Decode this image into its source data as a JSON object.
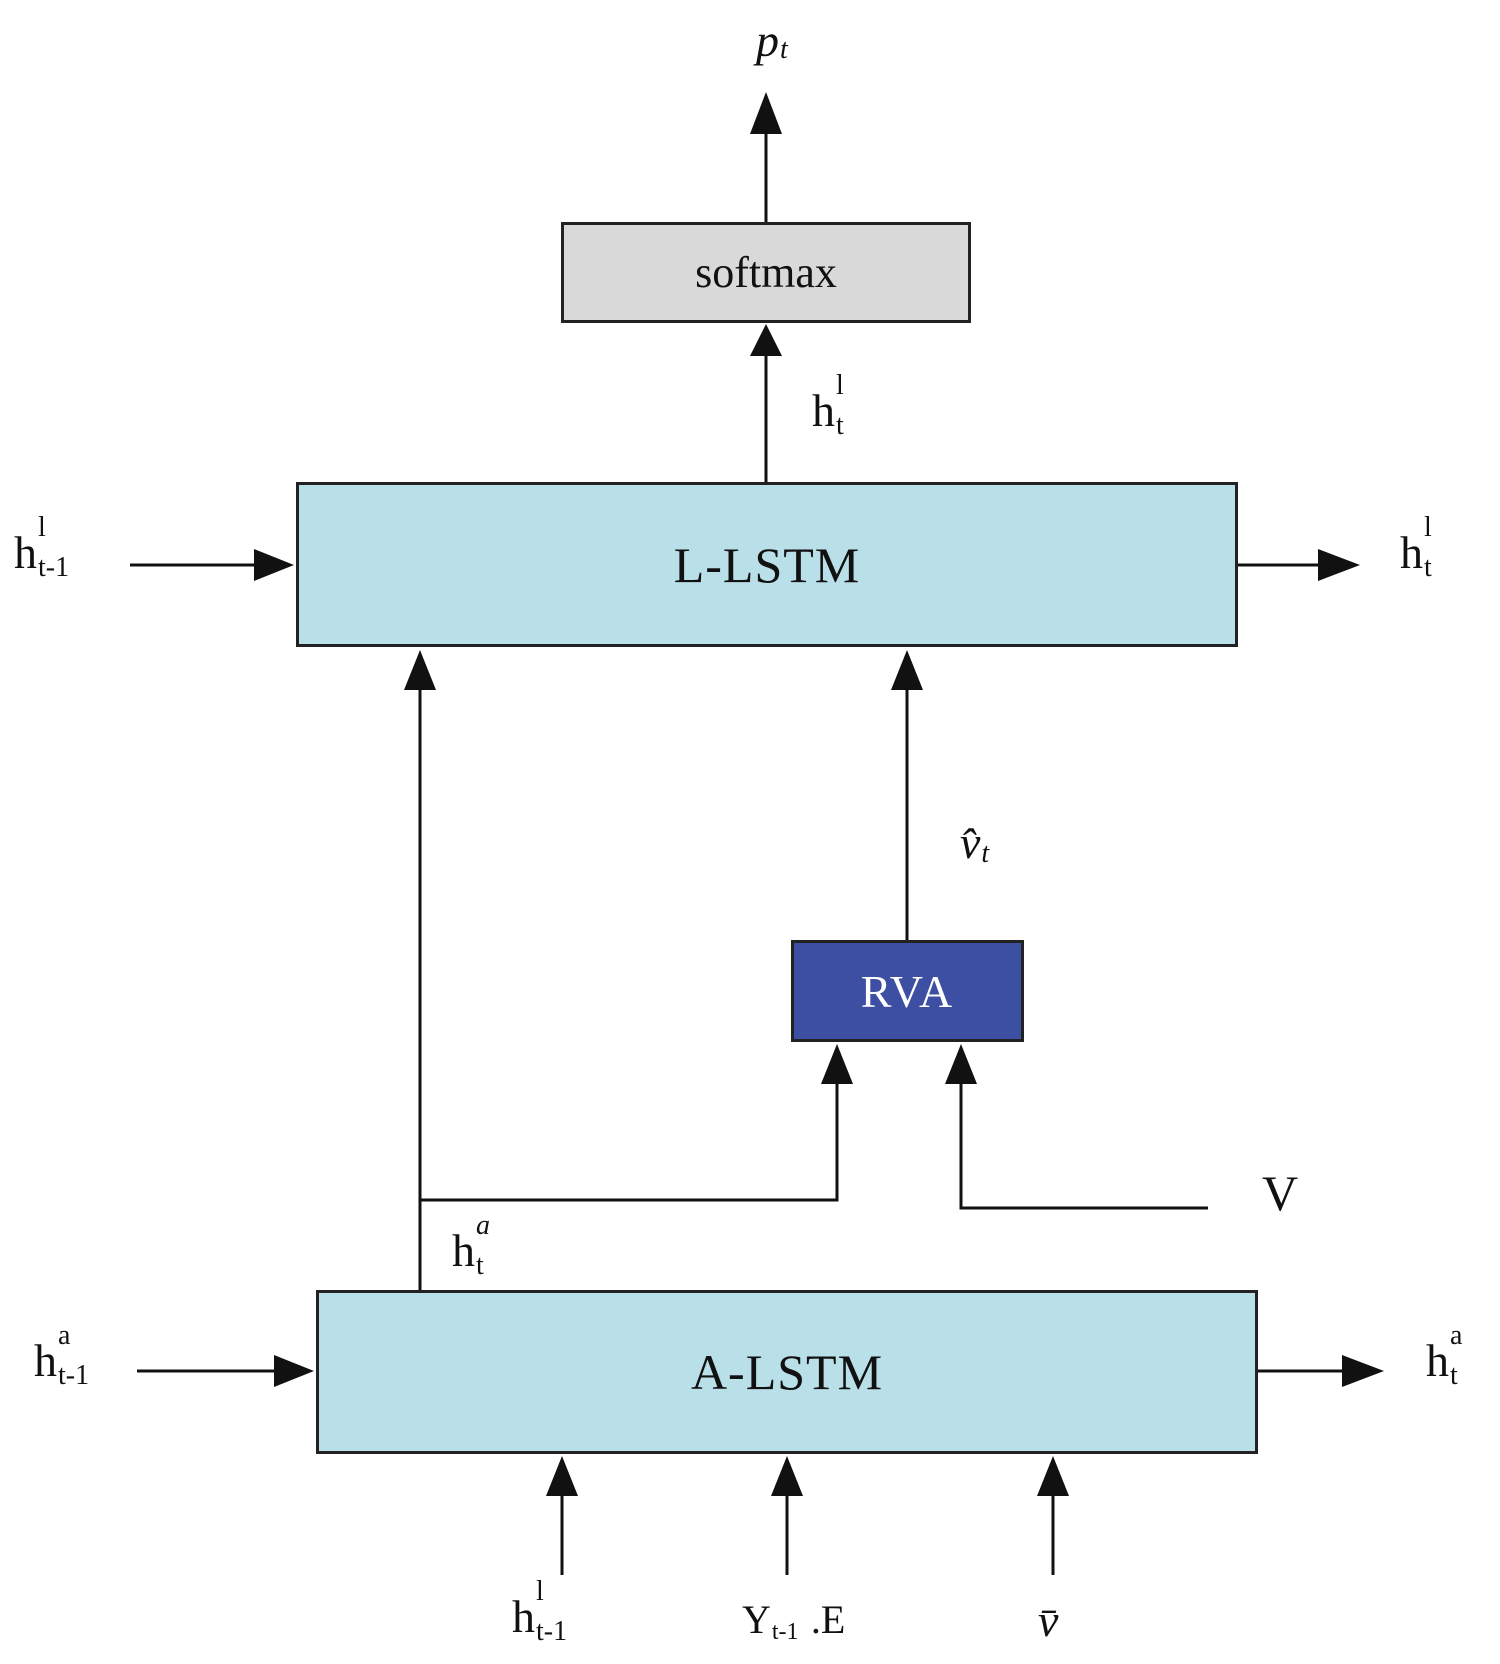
{
  "boxes": {
    "softmax": "softmax",
    "l_lstm": "L-LSTM",
    "a_lstm": "A-LSTM",
    "rva": "RVA"
  },
  "labels": {
    "p_t": {
      "base": "p",
      "sub": "t"
    },
    "h_l_t_top": {
      "base": "h",
      "sup": "l",
      "sub": "t"
    },
    "h_l_t1_left": {
      "base": "h",
      "sup": "l",
      "sub": "t-1"
    },
    "h_l_t_right": {
      "base": "h",
      "sup": "l",
      "sub": "t"
    },
    "v_hat_t": {
      "base": "v̂",
      "sub": "t"
    },
    "V": "V",
    "h_a_t_mid": {
      "base": "h",
      "sup": "a",
      "sub": "t"
    },
    "h_a_t1_left": {
      "base": "h",
      "sup": "a",
      "sub": "t-1"
    },
    "h_a_t_right": {
      "base": "h",
      "sup": "a",
      "sub": "t"
    },
    "h_l_t1_bottom": {
      "base": "h",
      "sup": "l",
      "sub": "t-1"
    },
    "y_e": {
      "base": "Y",
      "sub": "t-1",
      "suffix": ".E"
    },
    "v_bar": "v̄"
  },
  "colors": {
    "lstm_fill": "#b9dfe9",
    "softmax_fill": "#d9d9d9",
    "rva_fill": "#3d4fa3",
    "line": "#111111"
  }
}
